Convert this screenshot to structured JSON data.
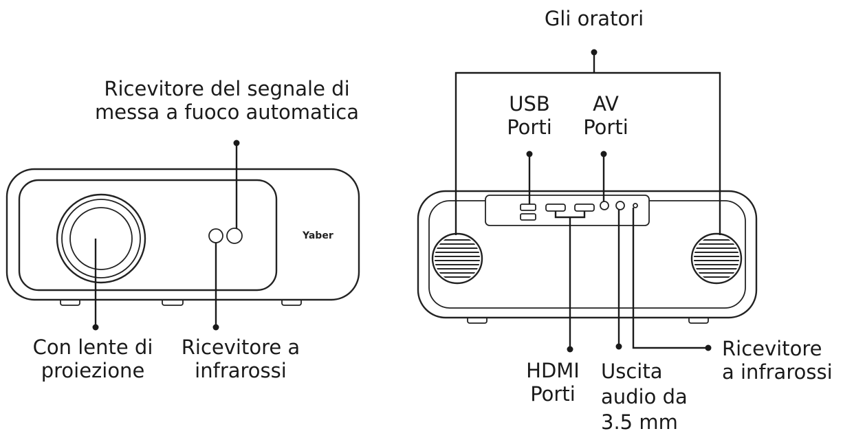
{
  "labels": {
    "autofocus": [
      "Ricevitore del segnale di",
      "messa a fuoco automatica"
    ],
    "lens": [
      "Con lente di",
      "proiezione"
    ],
    "ir_front": [
      "Ricevitore a",
      "infrarossi"
    ],
    "speakers": [
      "Gli oratori"
    ],
    "usb": [
      "USB",
      "Porti"
    ],
    "av": [
      "AV",
      "Porti"
    ],
    "hdmi": [
      "HDMI",
      "Porti"
    ],
    "audio": [
      "Uscita",
      "audio da",
      "3.5 mm"
    ],
    "ir_back": [
      "Ricevitore",
      "a infrarossi"
    ]
  },
  "brand": "Yaber",
  "colors": {
    "ink": "#1a1a1a",
    "background": "#ffffff"
  }
}
